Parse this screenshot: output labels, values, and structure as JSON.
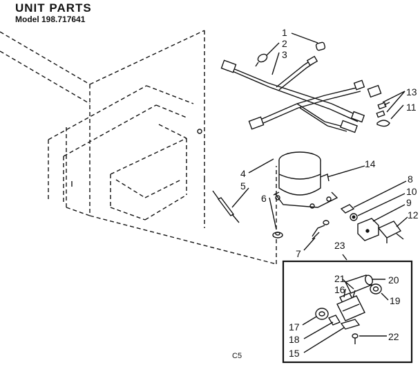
{
  "header": {
    "title": "UNIT PARTS",
    "model": "Model 198.717641"
  },
  "footer": {
    "code": "C5"
  },
  "callouts": {
    "c1": "1",
    "c2": "2",
    "c3": "3",
    "c4": "4",
    "c5": "5",
    "c6": "6",
    "c7": "7",
    "c8": "8",
    "c9": "9",
    "c10": "10",
    "c11": "11",
    "c12": "12",
    "c13": "13",
    "c14": "14",
    "c15": "15",
    "c16": "16",
    "c17": "17",
    "c18": "18",
    "c19": "19",
    "c20": "20",
    "c21": "21",
    "c22": "22",
    "c23": "23"
  }
}
